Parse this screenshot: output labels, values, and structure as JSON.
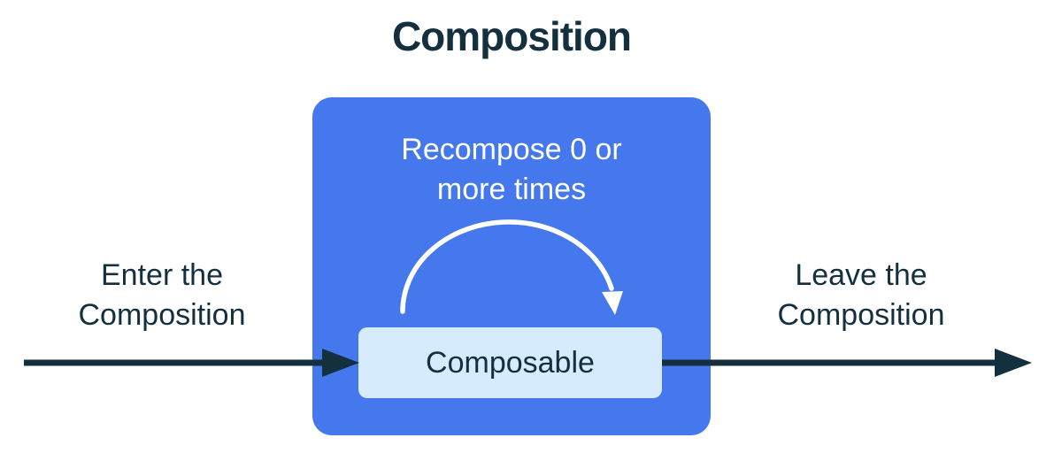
{
  "diagram": {
    "title": "Composition",
    "composition_box": {
      "recompose_line1": "Recompose 0 or",
      "recompose_line2": "more times",
      "composable_label": "Composable"
    },
    "enter_label": {
      "line1": "Enter the",
      "line2": "Composition"
    },
    "leave_label": {
      "line1": "Leave the",
      "line2": "Composition"
    },
    "icons": {
      "enter_arrow": "right-arrow",
      "leave_arrow": "right-arrow",
      "recompose_arc": "clockwise-arc-arrow"
    },
    "colors": {
      "background": "#ffffff",
      "composition_box_fill": "#4478ec",
      "composable_box_fill": "#d6ebfb",
      "dark_text": "#14303f",
      "light_text": "#ffffff",
      "arrow_stroke": "#14303f",
      "arc_stroke": "#ffffff"
    }
  }
}
